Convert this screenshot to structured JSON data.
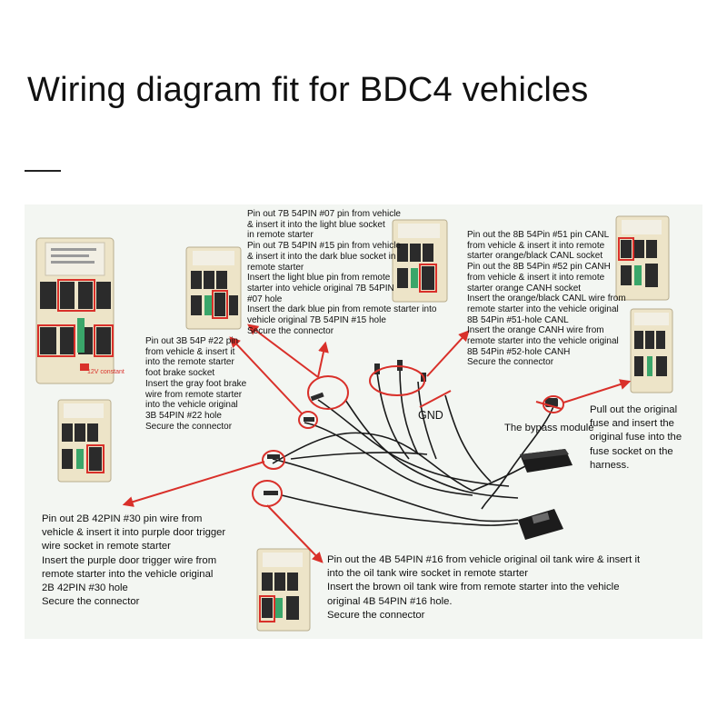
{
  "title": "Wiring diagram fit for BDC4 vehicles",
  "module_label": "12V constant",
  "gnd_label": "GND",
  "bypass_label": "The bypass module",
  "notes": {
    "top_center": "Pin out 7B 54PIN #07 pin from vehicle\n& insert it into the light blue socket\nin remote starter\nPin out 7B 54PIN #15 pin from vehicle\n& insert it into the dark blue socket in\nremote starter\nInsert the light blue pin from remote\nstarter into vehicle original 7B 54PIN\n#07 hole\nInsert the dark blue pin from remote starter into\nvehicle original 7B 54PIN #15 hole\nSecure the connector",
    "top_right": "Pin out the 8B 54Pin #51 pin CANL\nfrom vehicle & insert it into remote\nstarter orange/black CANL socket\nPin out the 8B 54Pin #52 pin CANH\nfrom vehicle & insert it into remote\nstarter orange CANH socket\nInsert the orange/black CANL wire from\nremote starter into the vehicle original\n8B 54Pin #51-hole CANL\nInsert the orange CANH wire from\nremote starter into the vehicle original\n8B 54Pin #52-hole CANH\nSecure the connector",
    "left_mid": "Pin out 3B 54P #22 pin\nfrom vehicle & insert it\ninto the remote starter\nfoot brake socket\nInsert the gray foot brake\nwire from remote starter\ninto the vehicle original\n3B 54PIN #22 hole\nSecure the connector",
    "right_fuse": "Pull out the original\nfuse and insert the\noriginal fuse into the\nfuse socket on the\nharness.",
    "bottom_left": "Pin out 2B 42PIN #30 pin wire from\nvehicle & insert it into purple door trigger\nwire socket in remote starter\nInsert the purple door trigger wire from\nremote starter into the vehicle original\n2B 42PIN #30 hole\nSecure the connector",
    "bottom_center": "Pin out the 4B 54PIN #16 from vehicle original oil tank wire & insert it\ninto the oil tank wire socket in remote starter\nInsert the brown oil tank wire from remote starter into the vehicle\noriginal 4B 54PIN #16 hole.\nSecure the connector"
  },
  "colors": {
    "accent": "#d9302a",
    "panel": "#f3f6f2",
    "module_body": "#ede4c8",
    "module_label": "#f2efe4",
    "connector": "#2b2b2b",
    "terminal": "#3aa66a",
    "wire": "#1a1a1a"
  }
}
